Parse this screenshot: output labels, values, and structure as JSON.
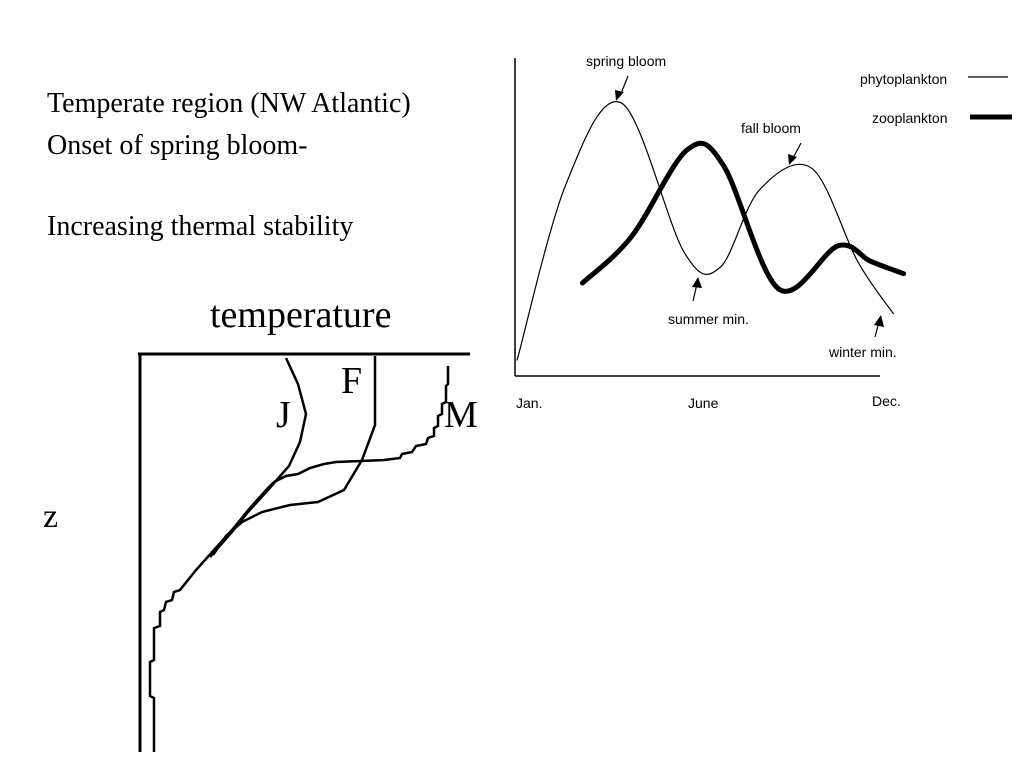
{
  "slide": {
    "title_line1": "Temperate region (NW Atlantic)",
    "title_line2": "Onset of spring bloom-",
    "title_line3": "Increasing thermal stability"
  },
  "profile_diagram": {
    "x_axis_label": "temperature",
    "y_axis_label": "z",
    "curves": [
      {
        "label": "J"
      },
      {
        "label": "F"
      },
      {
        "label": "M"
      }
    ]
  },
  "bloom_chart": {
    "x_ticks": [
      "Jan.",
      "June",
      "Dec."
    ],
    "legend": [
      {
        "label": "phytoplankton",
        "style": "thin"
      },
      {
        "label": "zooplankton",
        "style": "thick"
      }
    ],
    "annotations": {
      "spring_bloom": "spring bloom",
      "fall_bloom": "fall bloom",
      "summer_min": "summer min.",
      "winter_min": "winter min."
    },
    "colors": {
      "line": "#000000",
      "background": "#ffffff"
    }
  },
  "chart_data": [
    {
      "type": "line",
      "title": "",
      "xlabel": "",
      "ylabel": "",
      "x_ticks": [
        "Jan.",
        "June",
        "Dec."
      ],
      "legend_placement": "top-right",
      "grid": false,
      "series": [
        {
          "name": "phytoplankton",
          "x": [
            0.0,
            1.5,
            3.2,
            5.1,
            6.2,
            7.4,
            9.0,
            10.4,
            11.5
          ],
          "y": [
            0.05,
            0.62,
            0.88,
            0.4,
            0.35,
            0.6,
            0.67,
            0.37,
            0.2
          ]
        },
        {
          "name": "zooplankton",
          "x": [
            2.0,
            3.5,
            5.2,
            6.3,
            8.0,
            9.8,
            10.8,
            11.8
          ],
          "y": [
            0.3,
            0.45,
            0.73,
            0.68,
            0.28,
            0.42,
            0.37,
            0.33
          ]
        }
      ]
    }
  ]
}
